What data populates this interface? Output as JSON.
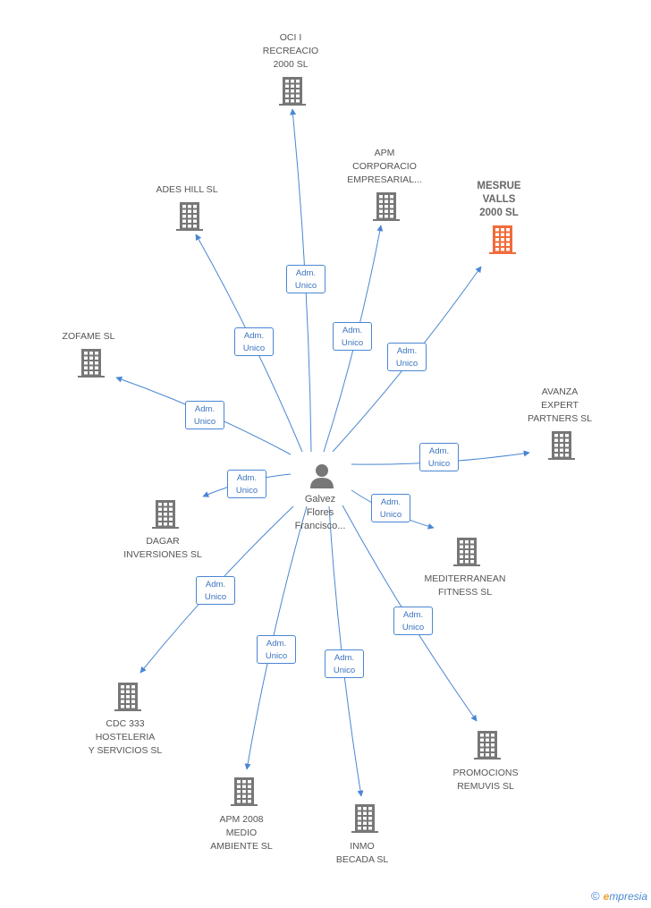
{
  "colors": {
    "edge": "#4a86d4",
    "building": "#777777",
    "highlight": "#f26b3a",
    "person": "#777777"
  },
  "center": {
    "name": "Galvez\nFlores\nFrancisco...",
    "icon": "person-icon"
  },
  "companies": [
    {
      "id": "oci",
      "label": "OCI I\nRECREACIO\n2000 SL",
      "highlight": false
    },
    {
      "id": "apm-corp",
      "label": "APM\nCORPORACIO\nEMPRESARIAL...",
      "highlight": false
    },
    {
      "id": "mesrue",
      "label": "MESRUE\nVALLS\n2000 SL",
      "highlight": true
    },
    {
      "id": "ades",
      "label": "ADES HILL SL",
      "highlight": false
    },
    {
      "id": "zofame",
      "label": "ZOFAME SL",
      "highlight": false
    },
    {
      "id": "avanza",
      "label": "AVANZA\nEXPERT\nPARTNERS SL",
      "highlight": false
    },
    {
      "id": "dagar",
      "label": "DAGAR\nINVERSIONES SL",
      "highlight": false
    },
    {
      "id": "mediterranean",
      "label": "MEDITERRANEAN\nFITNESS SL",
      "highlight": false
    },
    {
      "id": "cdc",
      "label": "CDC 333\nHOSTELERIA\nY SERVICIOS SL",
      "highlight": false
    },
    {
      "id": "promocions",
      "label": "PROMOCIONS\nREMUVIS SL",
      "highlight": false
    },
    {
      "id": "apm2008",
      "label": "APM 2008\nMEDIO\nAMBIENTE SL",
      "highlight": false
    },
    {
      "id": "inmo",
      "label": "INMO\nBECADA SL",
      "highlight": false
    }
  ],
  "relations": [
    {
      "to": "oci",
      "role": "Adm.\nUnico"
    },
    {
      "to": "apm-corp",
      "role": "Adm.\nUnico"
    },
    {
      "to": "mesrue",
      "role": "Adm.\nUnico"
    },
    {
      "to": "ades",
      "role": "Adm.\nUnico"
    },
    {
      "to": "zofame",
      "role": "Adm.\nUnico"
    },
    {
      "to": "avanza",
      "role": "Adm.\nUnico"
    },
    {
      "to": "dagar",
      "role": "Adm.\nUnico"
    },
    {
      "to": "mediterranean",
      "role": "Adm.\nUnico"
    },
    {
      "to": "cdc",
      "role": "Adm.\nUnico"
    },
    {
      "to": "promocions",
      "role": "Adm.\nUnico"
    },
    {
      "to": "apm2008",
      "role": "Adm.\nUnico"
    },
    {
      "to": "inmo",
      "role": "Adm.\nUnico"
    }
  ],
  "footer": {
    "copyright": "©",
    "brand_initial": "e",
    "brand_rest": "mpresia"
  }
}
